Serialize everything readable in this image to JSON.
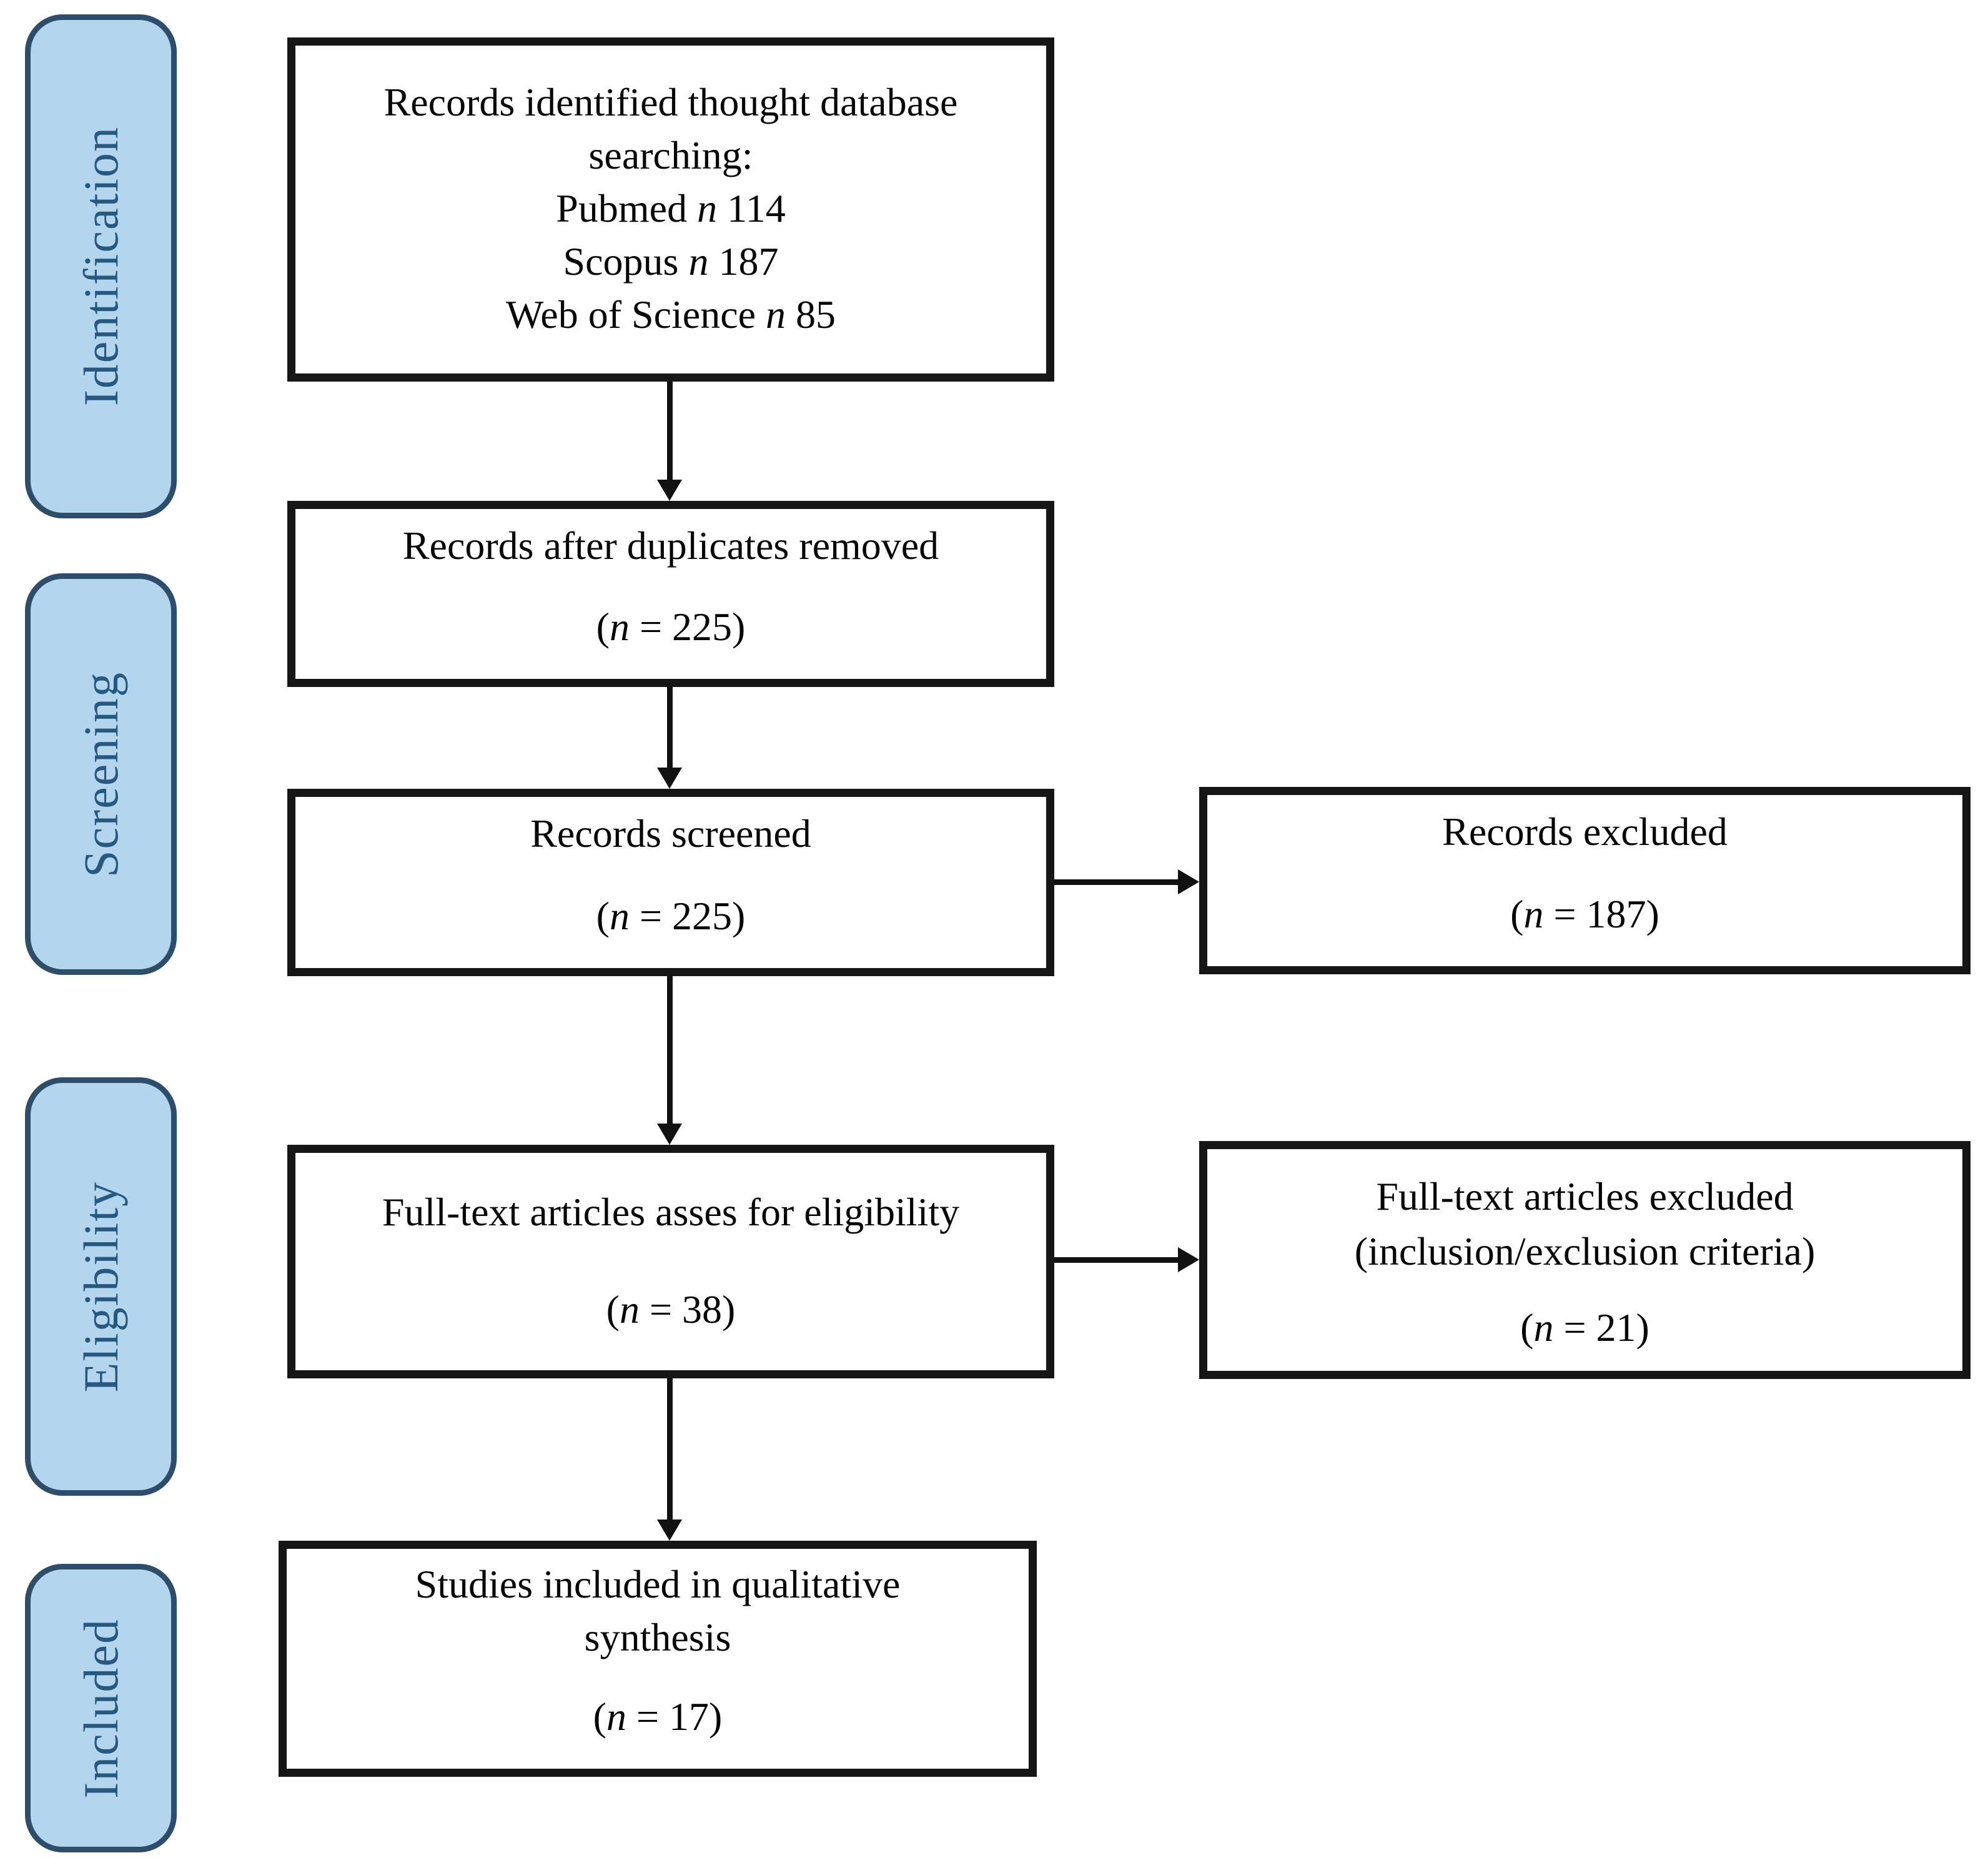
{
  "diagram": {
    "stages": [
      {
        "label": "Identification"
      },
      {
        "label": "Screening"
      },
      {
        "label": "Eligibility"
      },
      {
        "label": "Included"
      }
    ],
    "boxes": {
      "identified": {
        "line1": "Records identified thought database",
        "line2": "searching:",
        "sources": [
          {
            "pre": "Pubmed ",
            "var": "n",
            "post": " 114"
          },
          {
            "pre": "Scopus ",
            "var": "n",
            "post": " 187"
          },
          {
            "pre": "Web of Science ",
            "var": "n",
            "post": " 85"
          }
        ]
      },
      "duplicates_removed": {
        "label": "Records after duplicates removed",
        "count": {
          "open": "(",
          "var": "n",
          "close": " = 225)"
        }
      },
      "screened": {
        "label": "Records screened",
        "count": {
          "open": "(",
          "var": "n",
          "close": " = 225)"
        }
      },
      "records_excluded": {
        "label": "Records excluded",
        "count": {
          "open": "(",
          "var": "n",
          "close": " = 187)"
        }
      },
      "fulltext_assessed": {
        "label": "Full-text articles asses for eligibility",
        "count": {
          "open": "(",
          "var": "n",
          "close": " = 38)"
        }
      },
      "fulltext_excluded": {
        "line1": "Full-text articles excluded",
        "line2": "(inclusion/exclusion criteria)",
        "count": {
          "open": "(",
          "var": "n",
          "close": " = 21)"
        }
      },
      "included_studies": {
        "line1": "Studies included in qualitative",
        "line2": "synthesis",
        "count": {
          "open": "(",
          "var": "n",
          "close": " = 17)"
        }
      }
    },
    "colors": {
      "stage_fill": "#b3d6ee",
      "stage_border": "#2e4d6b",
      "stage_text": "#27587f",
      "box_border": "#161616",
      "arrow": "#111111"
    }
  }
}
